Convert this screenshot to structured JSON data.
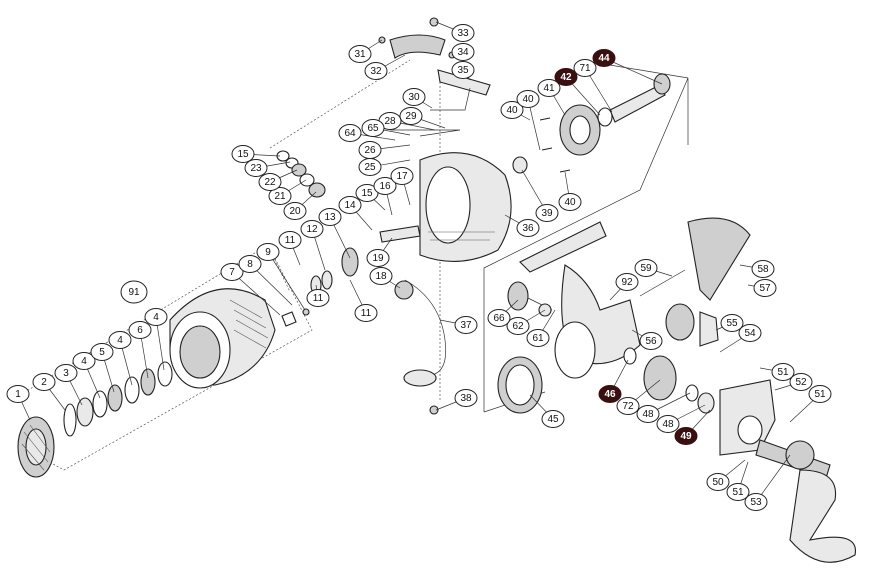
{
  "diagram": {
    "labels": [
      {
        "id": "1",
        "text": "1",
        "dark": false
      },
      {
        "id": "2",
        "text": "2",
        "dark": false
      },
      {
        "id": "3",
        "text": "3",
        "dark": false
      },
      {
        "id": "4a",
        "text": "4",
        "dark": false
      },
      {
        "id": "5",
        "text": "5",
        "dark": false
      },
      {
        "id": "4b",
        "text": "4",
        "dark": false
      },
      {
        "id": "6",
        "text": "6",
        "dark": false
      },
      {
        "id": "4c",
        "text": "4",
        "dark": false
      },
      {
        "id": "7",
        "text": "7",
        "dark": false
      },
      {
        "id": "8",
        "text": "8",
        "dark": false
      },
      {
        "id": "9",
        "text": "9",
        "dark": false
      },
      {
        "id": "91",
        "text": "91",
        "dark": false
      },
      {
        "id": "11a",
        "text": "11",
        "dark": false
      },
      {
        "id": "12",
        "text": "12",
        "dark": false
      },
      {
        "id": "13",
        "text": "13",
        "dark": false
      },
      {
        "id": "11b",
        "text": "11",
        "dark": false
      },
      {
        "id": "11c",
        "text": "11",
        "dark": false
      },
      {
        "id": "14",
        "text": "14",
        "dark": false
      },
      {
        "id": "15a",
        "text": "15",
        "dark": false
      },
      {
        "id": "15b",
        "text": "15",
        "dark": false
      },
      {
        "id": "16",
        "text": "16",
        "dark": false
      },
      {
        "id": "17",
        "text": "17",
        "dark": false
      },
      {
        "id": "18",
        "text": "18",
        "dark": false
      },
      {
        "id": "19",
        "text": "19",
        "dark": false
      },
      {
        "id": "20",
        "text": "20",
        "dark": false
      },
      {
        "id": "21",
        "text": "21",
        "dark": false
      },
      {
        "id": "22",
        "text": "22",
        "dark": false
      },
      {
        "id": "23",
        "text": "23",
        "dark": false
      },
      {
        "id": "25",
        "text": "25",
        "dark": false
      },
      {
        "id": "26",
        "text": "26",
        "dark": false
      },
      {
        "id": "28",
        "text": "28",
        "dark": false
      },
      {
        "id": "29",
        "text": "29",
        "dark": false
      },
      {
        "id": "30",
        "text": "30",
        "dark": false
      },
      {
        "id": "31",
        "text": "31",
        "dark": false
      },
      {
        "id": "32",
        "text": "32",
        "dark": false
      },
      {
        "id": "33",
        "text": "33",
        "dark": false
      },
      {
        "id": "34",
        "text": "34",
        "dark": false
      },
      {
        "id": "35",
        "text": "35",
        "dark": false
      },
      {
        "id": "36",
        "text": "36",
        "dark": false
      },
      {
        "id": "37",
        "text": "37",
        "dark": false
      },
      {
        "id": "38",
        "text": "38",
        "dark": false
      },
      {
        "id": "39",
        "text": "39",
        "dark": false
      },
      {
        "id": "40a",
        "text": "40",
        "dark": false
      },
      {
        "id": "40b",
        "text": "40",
        "dark": false
      },
      {
        "id": "40c",
        "text": "40",
        "dark": false
      },
      {
        "id": "41",
        "text": "41",
        "dark": false
      },
      {
        "id": "42",
        "text": "42",
        "dark": true
      },
      {
        "id": "44",
        "text": "44",
        "dark": true
      },
      {
        "id": "45",
        "text": "45",
        "dark": false
      },
      {
        "id": "46",
        "text": "46",
        "dark": true
      },
      {
        "id": "48a",
        "text": "48",
        "dark": false
      },
      {
        "id": "48b",
        "text": "48",
        "dark": false
      },
      {
        "id": "49",
        "text": "49",
        "dark": true
      },
      {
        "id": "50",
        "text": "50",
        "dark": false
      },
      {
        "id": "51a",
        "text": "51",
        "dark": false
      },
      {
        "id": "51b",
        "text": "51",
        "dark": false
      },
      {
        "id": "51c",
        "text": "51",
        "dark": false
      },
      {
        "id": "52",
        "text": "52",
        "dark": false
      },
      {
        "id": "53",
        "text": "53",
        "dark": false
      },
      {
        "id": "54",
        "text": "54",
        "dark": false
      },
      {
        "id": "55",
        "text": "55",
        "dark": false
      },
      {
        "id": "56",
        "text": "56",
        "dark": false
      },
      {
        "id": "57",
        "text": "57",
        "dark": false
      },
      {
        "id": "58",
        "text": "58",
        "dark": false
      },
      {
        "id": "59",
        "text": "59",
        "dark": false
      },
      {
        "id": "61",
        "text": "61",
        "dark": false
      },
      {
        "id": "62",
        "text": "62",
        "dark": false
      },
      {
        "id": "64",
        "text": "64",
        "dark": false
      },
      {
        "id": "65",
        "text": "65",
        "dark": false
      },
      {
        "id": "66",
        "text": "66",
        "dark": false
      },
      {
        "id": "71",
        "text": "71",
        "dark": false
      },
      {
        "id": "72",
        "text": "72",
        "dark": false
      },
      {
        "id": "92",
        "text": "92",
        "dark": false
      }
    ],
    "colors": {
      "stroke": "#222222",
      "fill": "#e9e9e9",
      "highlight": "#3a0f0f"
    }
  }
}
